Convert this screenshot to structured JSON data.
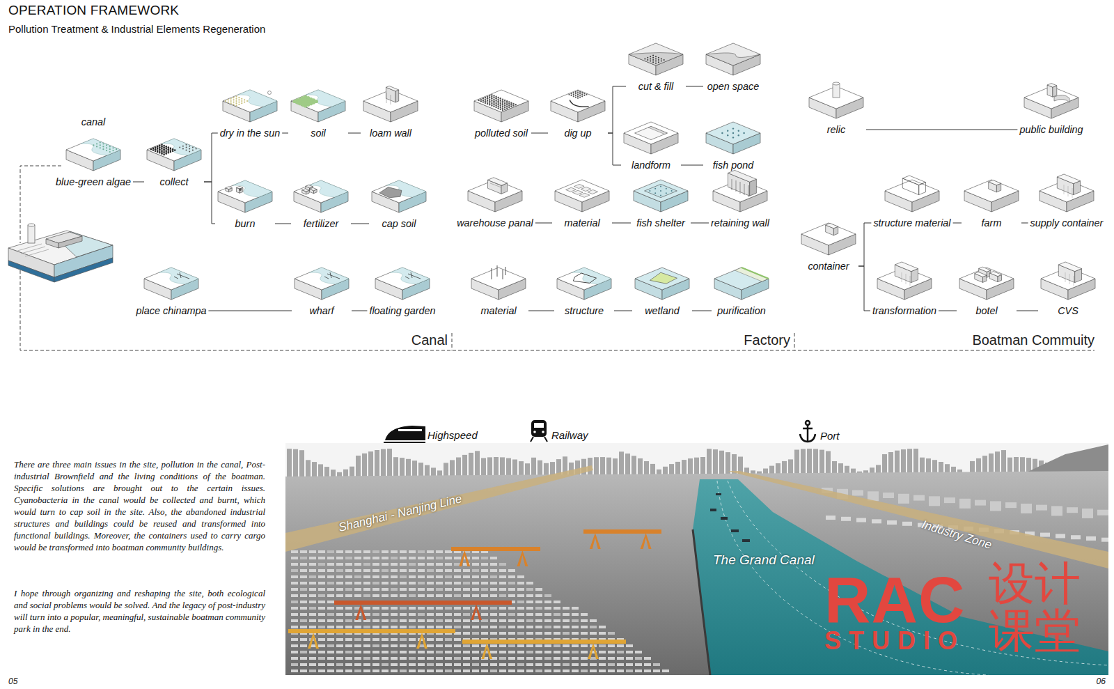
{
  "diagram": {
    "title": "OPERATION FRAMEWORK",
    "caption": "Pollution Treatment & Industrial Elements Regeneration",
    "nodes": [
      {
        "text": [
          "canal",
          "blue-green algae"
        ]
      },
      {
        "text": [
          "collect"
        ]
      },
      {
        "text": [
          "dry in the sun"
        ]
      },
      {
        "text": [
          "soil"
        ]
      },
      {
        "text": [
          "loam wall"
        ]
      },
      {
        "text": [
          "burn"
        ]
      },
      {
        "text": [
          "fertilizer"
        ]
      },
      {
        "text": [
          "cap soil"
        ]
      },
      {
        "text": [
          "place chinampa"
        ]
      },
      {
        "text": [
          "wharf"
        ]
      },
      {
        "text": [
          "floating garden"
        ]
      },
      {
        "text": [
          "polluted soil"
        ]
      },
      {
        "text": [
          "dig up"
        ]
      },
      {
        "text": [
          "cut & fill"
        ]
      },
      {
        "text": [
          "open space"
        ]
      },
      {
        "text": [
          "landform"
        ]
      },
      {
        "text": [
          "fish pond"
        ]
      },
      {
        "text": [
          "warehouse panal"
        ]
      },
      {
        "text": [
          "material"
        ]
      },
      {
        "text": [
          "fish shelter"
        ]
      },
      {
        "text": [
          "retaining wall"
        ]
      },
      {
        "text": [
          "material"
        ]
      },
      {
        "text": [
          "structure"
        ]
      },
      {
        "text": [
          "wetland"
        ]
      },
      {
        "text": [
          "purification"
        ]
      },
      {
        "text": [
          "relic"
        ]
      },
      {
        "text": [
          "public building"
        ]
      },
      {
        "text": [
          "container"
        ]
      },
      {
        "text": [
          "structure material"
        ]
      },
      {
        "text": [
          "farm"
        ]
      },
      {
        "text": [
          "supply container"
        ]
      },
      {
        "text": [
          "transformation"
        ]
      },
      {
        "text": [
          "botel"
        ]
      },
      {
        "text": [
          "CVS"
        ]
      }
    ],
    "edges": [
      {
        "from": 0,
        "to": 1,
        "arrow": "none"
      },
      {
        "from": 1,
        "to": 2,
        "arrow": "none"
      },
      {
        "from": 1,
        "to": 5,
        "arrow": "none"
      },
      {
        "from": 2,
        "to": 3,
        "arrow": "none"
      },
      {
        "from": 3,
        "to": 4,
        "arrow": "none"
      },
      {
        "from": 5,
        "to": 6,
        "arrow": "none"
      },
      {
        "from": 6,
        "to": 7,
        "arrow": "none"
      },
      {
        "from": 8,
        "to": 9,
        "arrow": "none"
      },
      {
        "from": 9,
        "to": 10,
        "arrow": "none"
      },
      {
        "from": 11,
        "to": 12,
        "arrow": "none"
      },
      {
        "from": 12,
        "to": 13,
        "arrow": "none"
      },
      {
        "from": 12,
        "to": 15,
        "arrow": "none"
      },
      {
        "from": 13,
        "to": 14,
        "arrow": "none"
      },
      {
        "from": 15,
        "to": 16,
        "arrow": "none"
      },
      {
        "from": 17,
        "to": 18,
        "arrow": "none"
      },
      {
        "from": 18,
        "to": 19,
        "arrow": "none"
      },
      {
        "from": 19,
        "to": 20,
        "arrow": "none"
      },
      {
        "from": 21,
        "to": 22,
        "arrow": "none"
      },
      {
        "from": 22,
        "to": 23,
        "arrow": "none"
      },
      {
        "from": 23,
        "to": 24,
        "arrow": "none"
      },
      {
        "from": 25,
        "to": 26,
        "arrow": "none"
      },
      {
        "from": 27,
        "to": 28,
        "arrow": "none"
      },
      {
        "from": 27,
        "to": 31,
        "arrow": "none"
      },
      {
        "from": 28,
        "to": 29,
        "arrow": "none"
      },
      {
        "from": 29,
        "to": 30,
        "arrow": "none"
      },
      {
        "from": 31,
        "to": 32,
        "arrow": "none"
      },
      {
        "from": 32,
        "to": 33,
        "arrow": "none"
      }
    ],
    "labels": [
      "Canal",
      "Factory",
      "Boatman Commuity",
      "Highspeed",
      "Railway",
      "Port",
      "Shanghai - Nanjing Line",
      "The Grand Canal",
      "Industry Zone",
      "There are three main issues in the site, pollution in the canal, Post-industrial Brownfield and the living conditions of the boatman. Specific solutions are brought out to the certain issues. Cyanobacteria in the canal would be collected and burnt, which would turn to cap soil in the site. Also, the abandoned industrial structures and buildings could be reused and transformed into functional buildings. Moreover, the containers used to carry cargo would be transformed into boatman community buildings.",
      "I hope through organizing and reshaping the site, both ecological and social problems would be solved. And the legacy of post-industry will turn into a popular, meaningful, sustainable boatman community park in the end.",
      "RAC",
      "STUDIO",
      "设计",
      "课堂",
      "05",
      "06"
    ]
  }
}
